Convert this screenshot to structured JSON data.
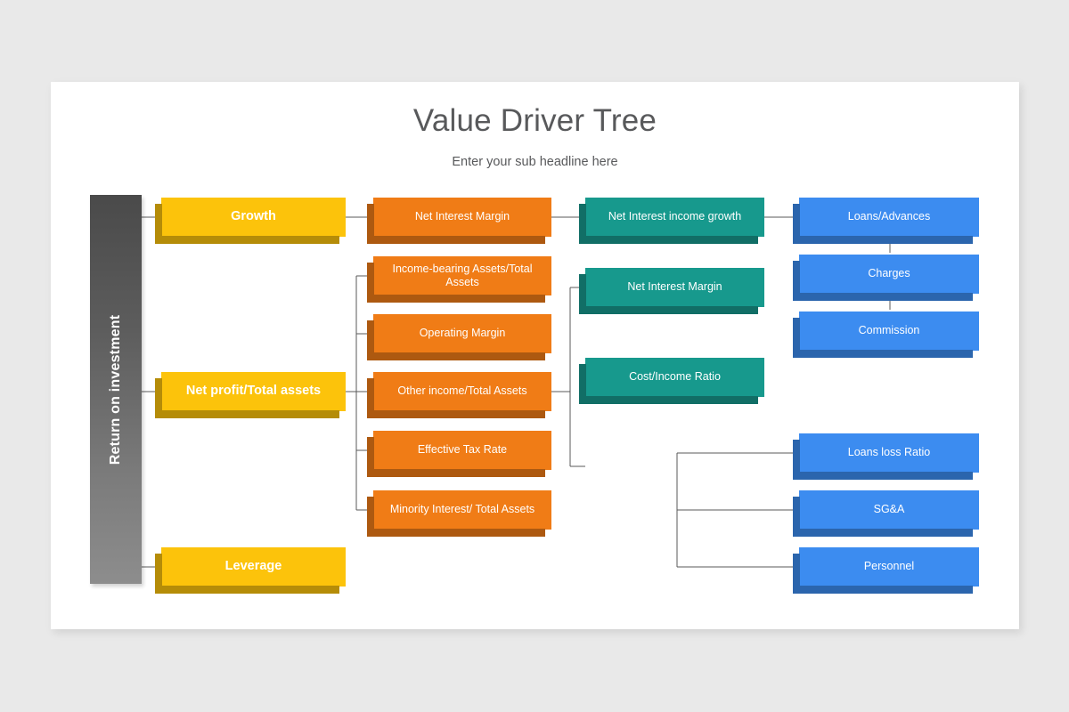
{
  "slide": {
    "title": "Value Driver Tree",
    "subtitle": "Enter your sub headline here",
    "background_color": "#e9e9e9",
    "card_color": "#ffffff"
  },
  "palette": {
    "root_bar_top": "#4a4a4a",
    "root_bar_bottom": "#8d8d8d",
    "yellow": "#fcc30b",
    "orange": "#f07c16",
    "teal": "#17998d",
    "blue": "#3c8cf0",
    "connector": "#595959",
    "title_text": "#58595b"
  },
  "root": {
    "label": "Return on investment"
  },
  "level1": [
    {
      "id": "growth",
      "label": "Growth"
    },
    {
      "id": "netprofit",
      "label": "Net profit/Total assets"
    },
    {
      "id": "leverage",
      "label": "Leverage"
    }
  ],
  "level2": [
    {
      "id": "nim",
      "label": "Net Interest Margin"
    },
    {
      "id": "income-bearing",
      "label": "Income-bearing Assets/Total Assets"
    },
    {
      "id": "operating",
      "label": "Operating Margin"
    },
    {
      "id": "other-income",
      "label": "Other income/Total Assets"
    },
    {
      "id": "tax-rate",
      "label": "Effective Tax Rate"
    },
    {
      "id": "minority",
      "label": "Minority Interest/ Total Assets"
    }
  ],
  "level3": [
    {
      "id": "nii-growth",
      "label": "Net Interest income growth"
    },
    {
      "id": "nim-teal",
      "label": "Net Interest Margin"
    },
    {
      "id": "cost-ratio",
      "label": "Cost/Income Ratio"
    }
  ],
  "level4": [
    {
      "id": "loans-advances",
      "label": "Loans/Advances"
    },
    {
      "id": "charges",
      "label": "Charges"
    },
    {
      "id": "commission",
      "label": "Commission"
    },
    {
      "id": "loans-loss",
      "label": "Loans loss Ratio"
    },
    {
      "id": "sga",
      "label": "SG&A"
    },
    {
      "id": "personnel",
      "label": "Personnel"
    }
  ]
}
